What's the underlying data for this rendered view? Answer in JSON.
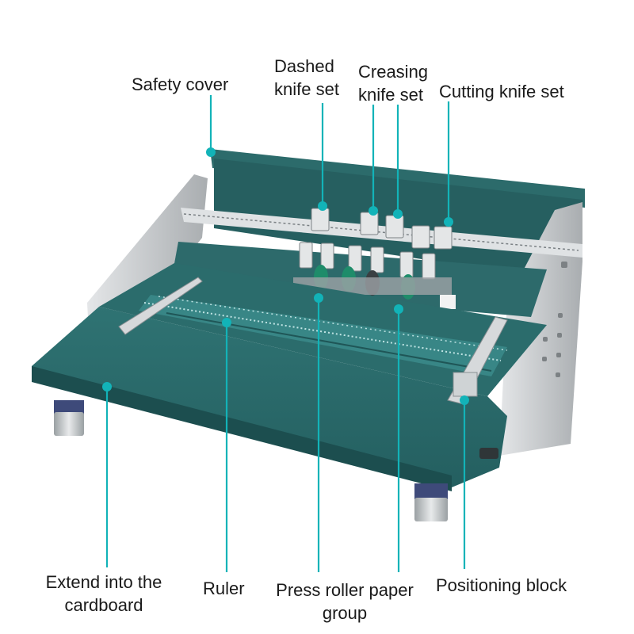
{
  "labels": {
    "safety_cover": "Safety cover",
    "dashed_knife_line1": "Dashed",
    "dashed_knife_line2": "knife set",
    "creasing_knife_line1": "Creasing",
    "creasing_knife_line2": "knife set",
    "cutting_knife": "Cutting knife set",
    "extend_line1": "Extend into the",
    "extend_line2": "cardboard",
    "ruler": "Ruler",
    "press_line1": "Press roller paper",
    "press_line2": "group",
    "positioning_block": "Positioning block"
  },
  "colors": {
    "callout": "#12b3b8",
    "machine_body": "#2a6a6a",
    "machine_dark": "#1e5454",
    "side_panel": "#c9ccce"
  },
  "image": {
    "subject": "electric paper creasing and perforating machine",
    "icons": [
      "callout-dot",
      "callout-line"
    ]
  }
}
